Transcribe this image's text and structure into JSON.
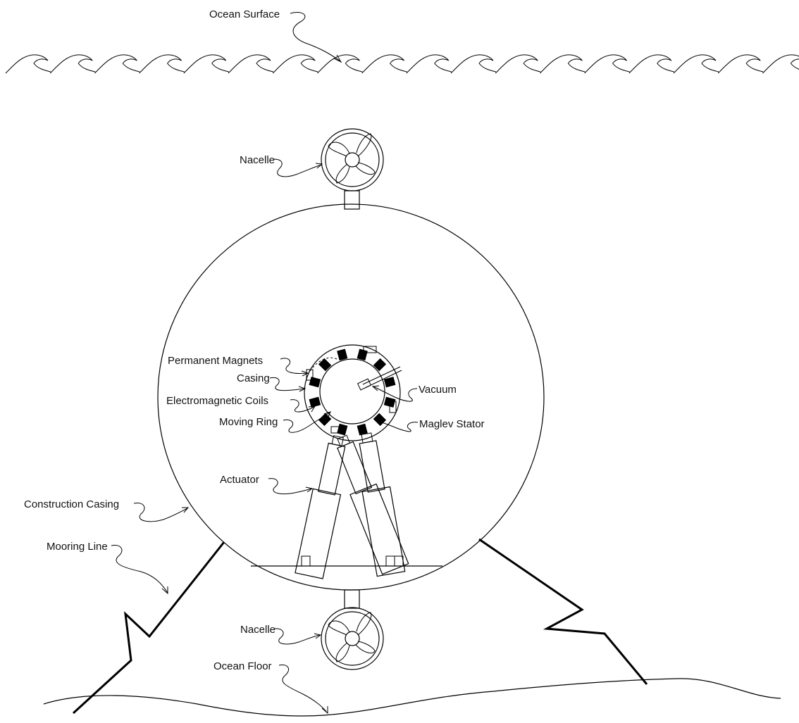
{
  "labels": {
    "ocean_surface": "Ocean Surface",
    "nacelle_top": "Nacelle",
    "permanent_magnets": "Permanent Magnets",
    "casing": "Casing",
    "electromagnetic_coils": "Electromagnetic Coils",
    "moving_ring": "Moving Ring",
    "vacuum": "Vacuum",
    "maglev_stator": "Maglev Stator",
    "actuator": "Actuator",
    "construction_casing": "Construction Casing",
    "mooring_line": "Mooring Line",
    "nacelle_bottom": "Nacelle",
    "ocean_floor": "Ocean Floor"
  },
  "colors": {
    "line": "#000000",
    "background": "#ffffff",
    "coil": "#000000"
  }
}
